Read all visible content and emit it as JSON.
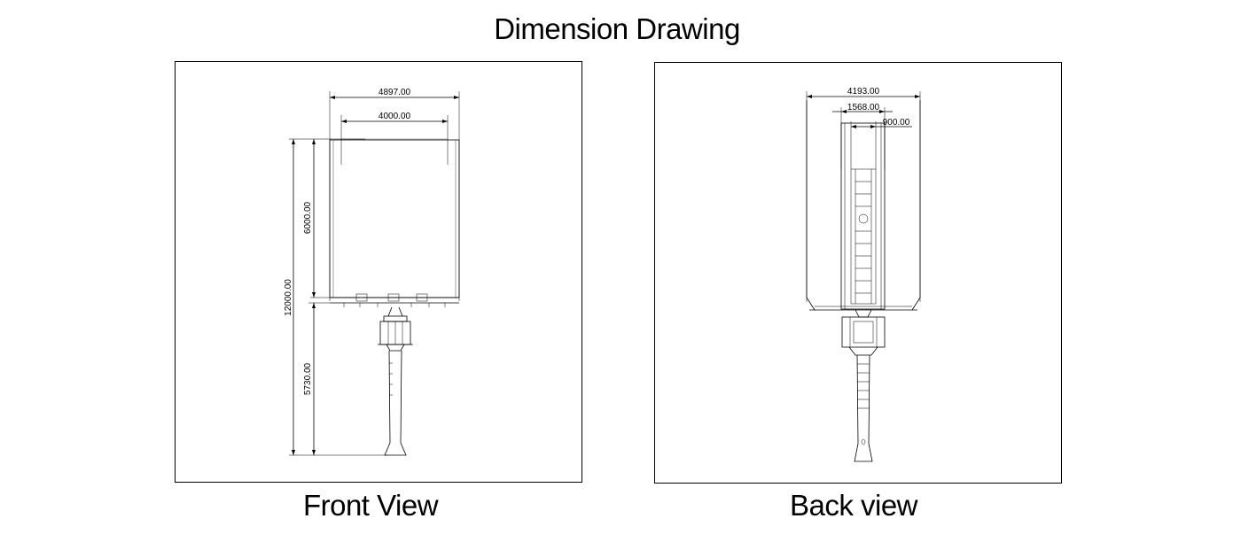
{
  "title": "Dimension Drawing",
  "front": {
    "caption": "Front View",
    "dims": {
      "overall_width": "4897.00",
      "board_width": "4000.00",
      "board_height": "6000.00",
      "total_height": "12000.00",
      "pole_height": "5730.00"
    }
  },
  "back": {
    "caption": "Back view",
    "dims": {
      "overall_width": "4193.00",
      "frame_width": "1568.00",
      "ladder_width": "900.00"
    }
  }
}
